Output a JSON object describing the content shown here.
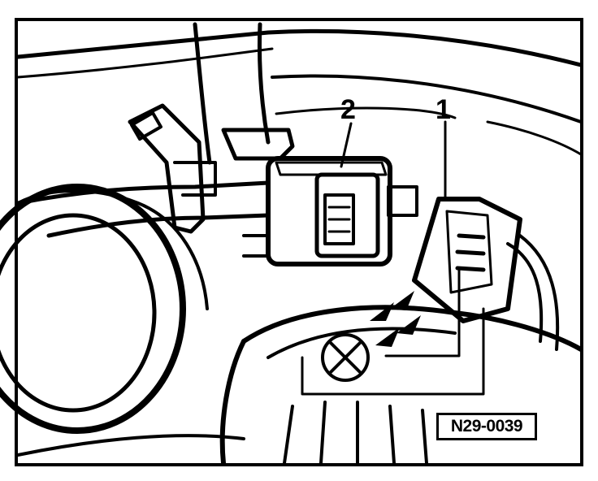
{
  "callouts": {
    "item_1": "1",
    "item_2": "2"
  },
  "figure_ref": "N29-0039",
  "colors": {
    "ink": "#000000",
    "paper": "#ffffff"
  },
  "icons": {
    "test_lamp": "test-lamp-symbol-icon"
  }
}
